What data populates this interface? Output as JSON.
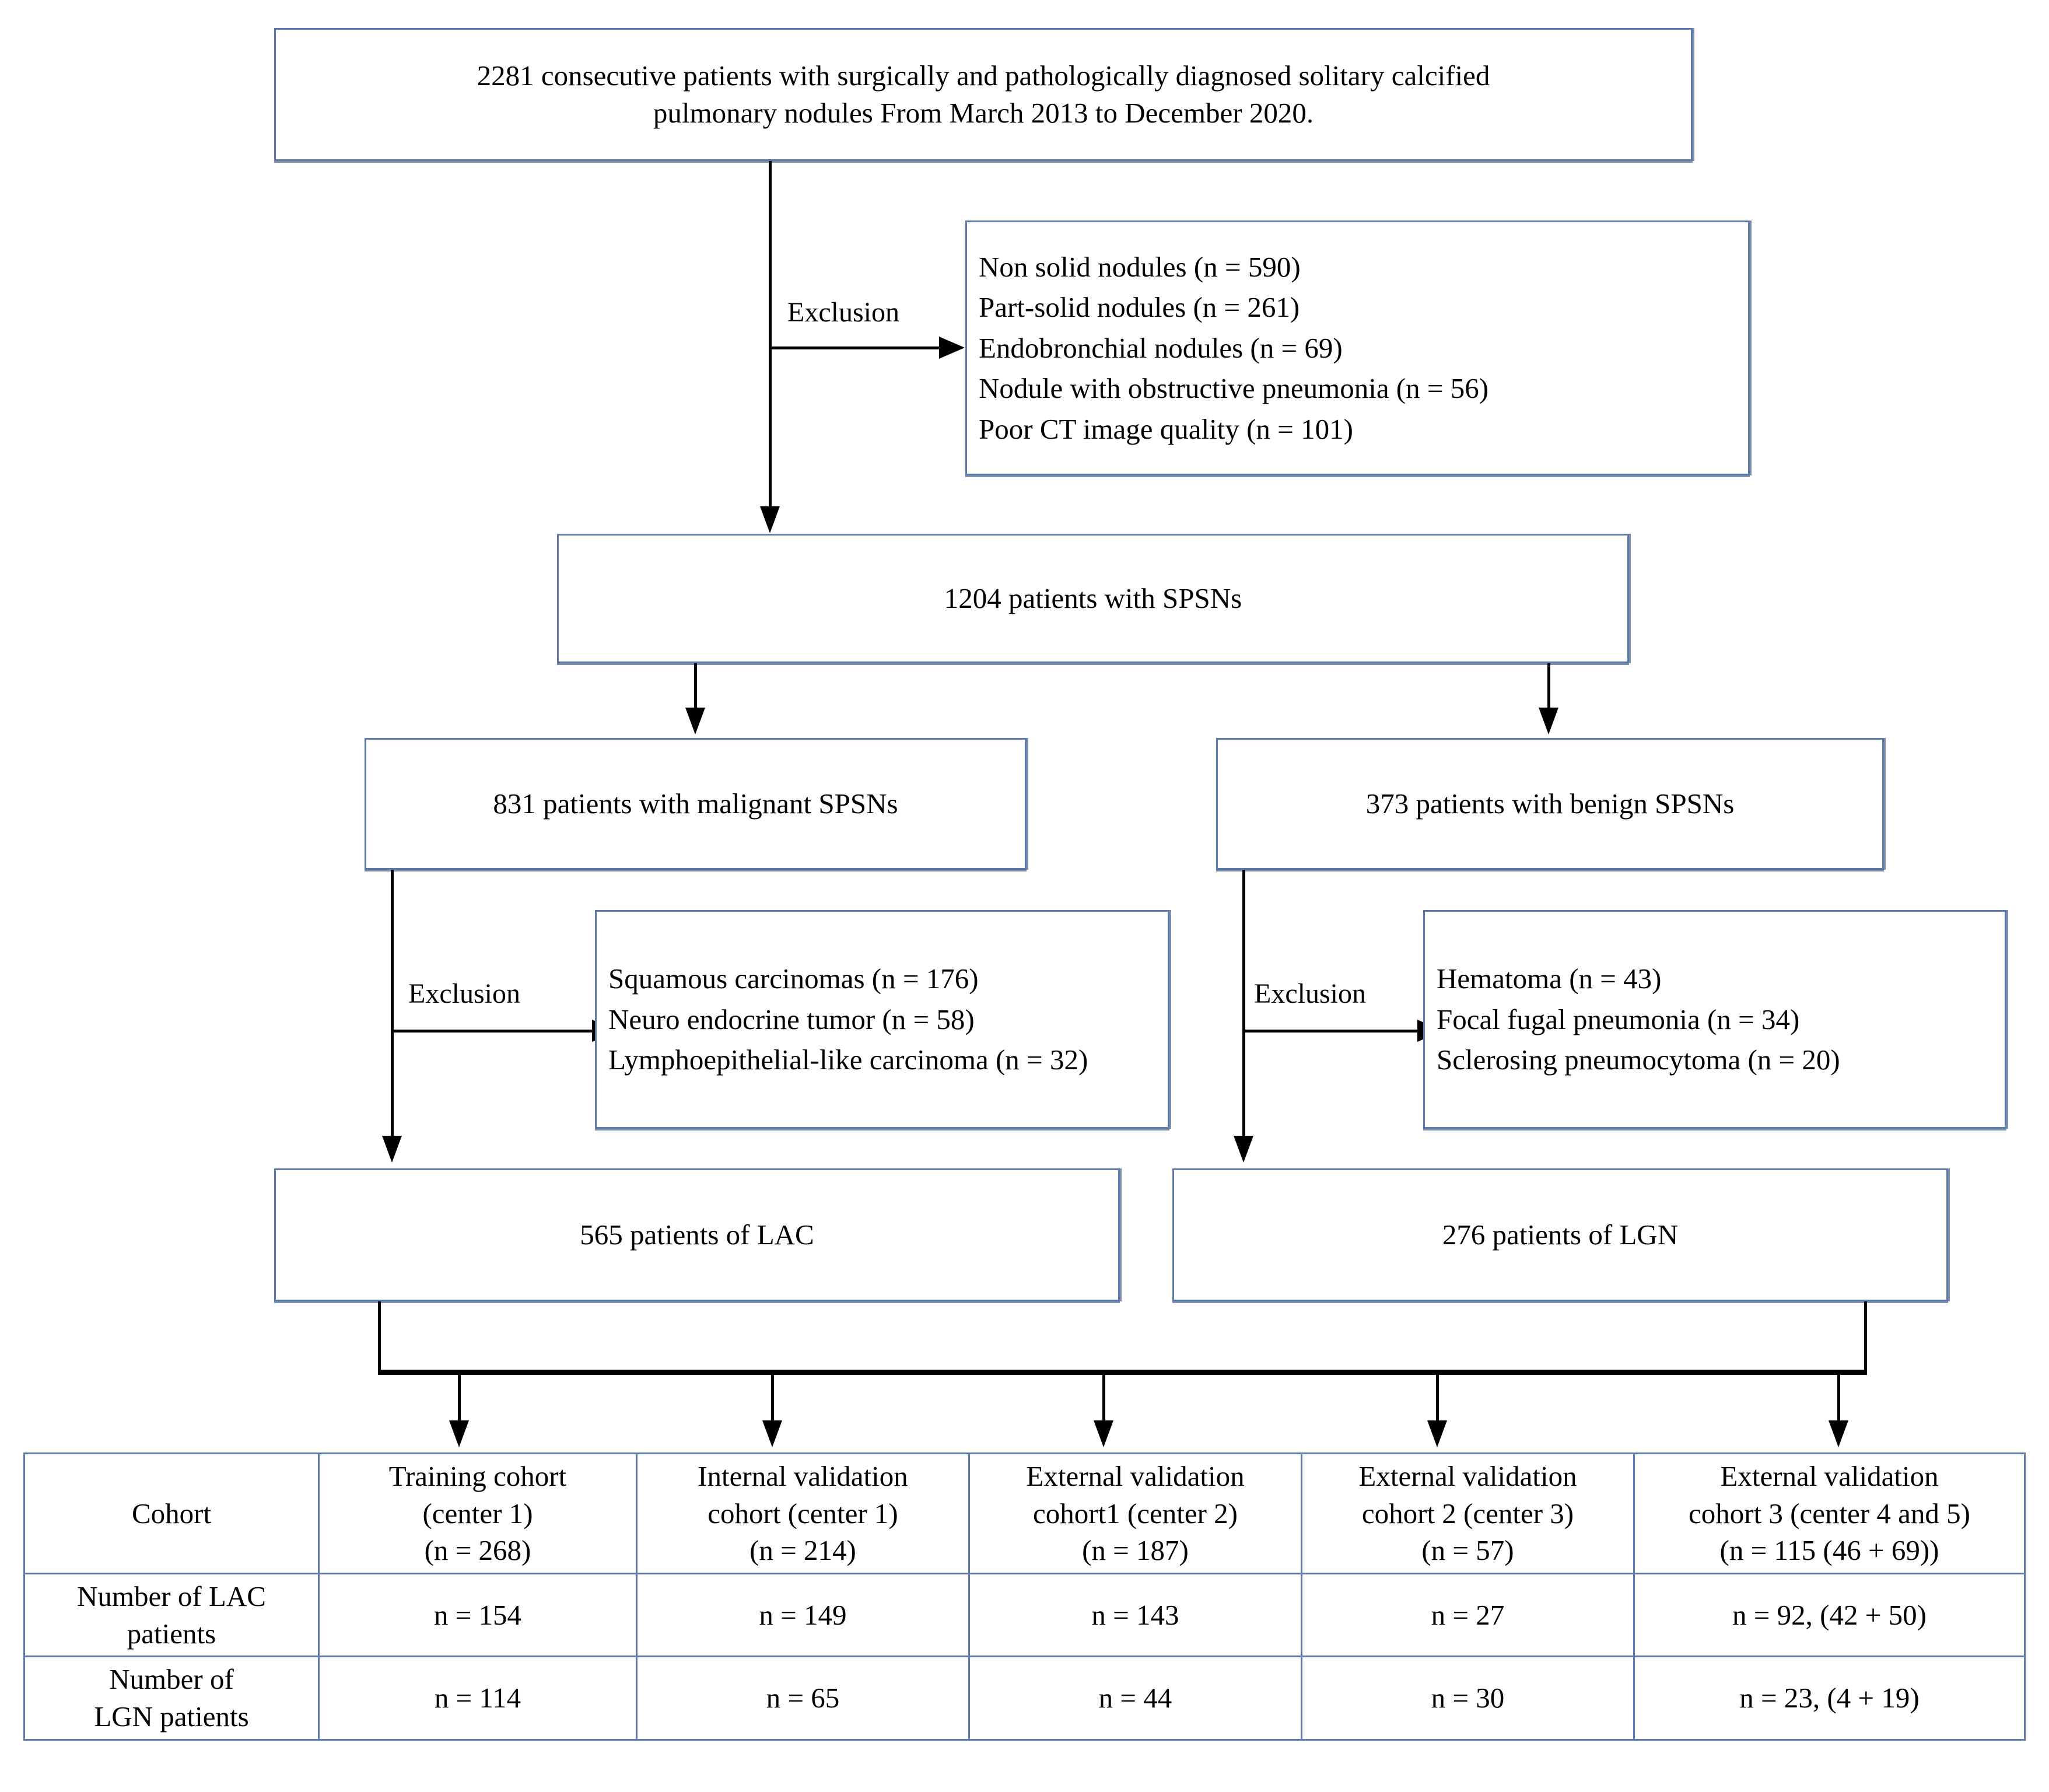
{
  "flow": {
    "top_box": {
      "line1": "2281 consecutive patients with surgically and pathologically diagnosed  solitary calcified",
      "line2": "pulmonary nodules From March 2013 to December 2020."
    },
    "exclusion_label_1": "Exclusion",
    "exclusion_box_1": {
      "items": [
        "Non solid nodules (n = 590)",
        "Part-solid nodules (n = 261)",
        "Endobronchial nodules (n = 69)",
        "Nodule with obstructive pneumonia (n = 56)",
        "Poor CT image quality (n = 101)"
      ]
    },
    "spsn_box": {
      "label": "1204 patients with SPSNs"
    },
    "malignant_box": {
      "label": "831 patients with malignant SPSNs"
    },
    "benign_box": {
      "label": "373 patients with benign SPSNs"
    },
    "exclusion_label_2": "Exclusion",
    "exclusion_box_2": {
      "items": [
        "Squamous carcinomas (n = 176)",
        "Neuro endocrine tumor (n = 58)",
        "Lymphoepithelial-like carcinoma (n = 32)"
      ]
    },
    "exclusion_label_3": "Exclusion",
    "exclusion_box_3": {
      "items": [
        "Hematoma (n = 43)",
        "Focal fugal pneumonia (n = 34)",
        "Sclerosing pneumocytoma (n = 20)"
      ]
    },
    "lac_box": {
      "label": "565 patients of LAC"
    },
    "lgn_box": {
      "label": "276 patients of LGN"
    }
  },
  "cohort_table": {
    "header": [
      {
        "l1": "Cohort",
        "l2": "",
        "l3": ""
      },
      {
        "l1": "Training cohort",
        "l2": "(center 1)",
        "l3": "(n = 268)"
      },
      {
        "l1": "Internal validation",
        "l2": "cohort (center 1)",
        "l3": "(n = 214)"
      },
      {
        "l1": "External validation",
        "l2": "cohort1 (center 2)",
        "l3": "(n = 187)"
      },
      {
        "l1": "External validation",
        "l2": "cohort 2 (center 3)",
        "l3": "(n = 57)"
      },
      {
        "l1": "External validation",
        "l2": "cohort 3 (center 4 and 5)",
        "l3": "(n = 115 (46 + 69))"
      }
    ],
    "rows": [
      {
        "label_l1": "Number of LAC",
        "label_l2": "patients",
        "values": [
          "n = 154",
          "n = 149",
          "n = 143",
          "n = 27",
          "n = 92, (42 + 50)"
        ]
      },
      {
        "label_l1": "Number of",
        "label_l2": "LGN patients",
        "values": [
          "n = 114",
          "n = 65",
          "n = 44",
          "n = 30",
          "n = 23, (4 + 19)"
        ]
      }
    ]
  },
  "colors": {
    "box_border": "#5b7aa8",
    "connector": "#000000",
    "background": "#ffffff"
  }
}
